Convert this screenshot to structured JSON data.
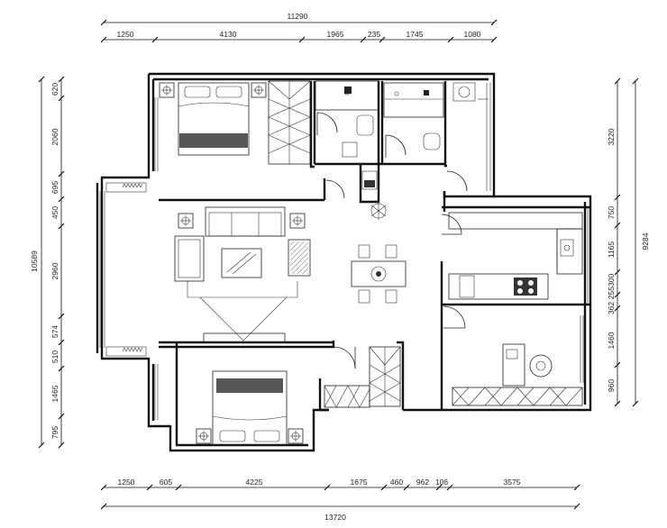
{
  "dimensions": {
    "top_total": "11290",
    "top_segments": [
      "1250",
      "4130",
      "1965",
      "235",
      "1745",
      "1080"
    ],
    "bottom_total": "13720",
    "bottom_segments": [
      "1250",
      "605",
      "4225",
      "1675",
      "460",
      "962",
      "106",
      "3575"
    ],
    "left_total": "10589",
    "left_segments": [
      "620",
      "2060",
      "695",
      "450",
      "2960",
      "574",
      "510",
      "1465",
      "795"
    ],
    "right_total": "9284",
    "right_segments": [
      "3220",
      "750",
      "1165",
      "255300",
      "362",
      "1460",
      "960"
    ]
  }
}
